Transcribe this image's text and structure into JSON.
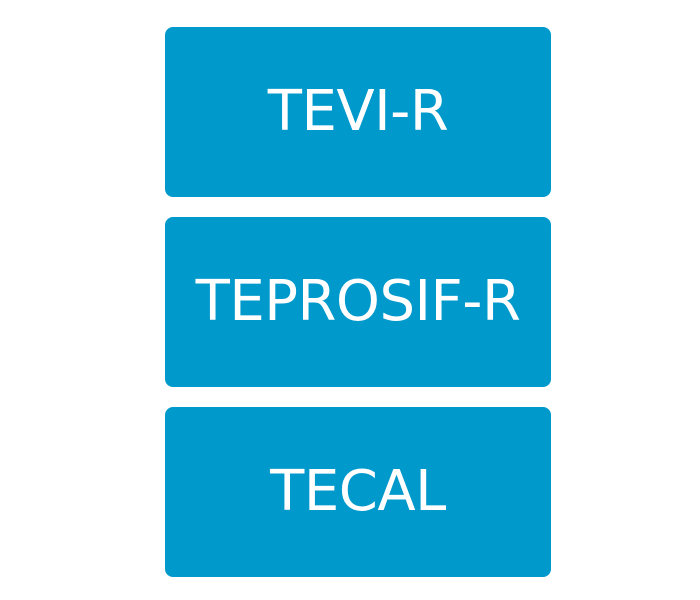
{
  "boxes": [
    {
      "label": "TEVI-R"
    },
    {
      "label": "TEPROSIF-R"
    },
    {
      "label": "TECAL"
    }
  ],
  "colors": {
    "box_fill": "#0099cc",
    "box_text": "#ffffff",
    "background": "#ffffff"
  }
}
